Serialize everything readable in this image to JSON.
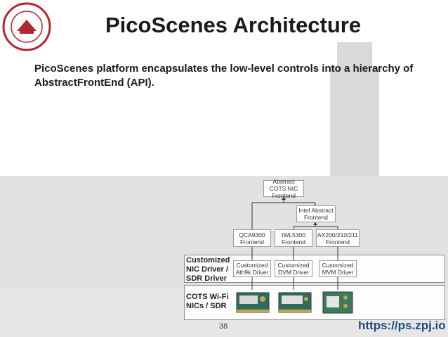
{
  "slide": {
    "title": "PicoScenes Architecture",
    "subtitle": "PicoScenes platform encapsulates the low-level controls into a hierarchy of AbstractFrontEnd (API).",
    "page_number": "38",
    "url": "https://ps.zpj.io"
  },
  "diagram": {
    "nodes": {
      "abstract": "Abstract COTS NIC Frontend",
      "intel": "Intel Abstract Frontend",
      "qca": "QCA9300 Frontend",
      "iwl": "IWL5300 Frontend",
      "ax": "AX200/210/211 Frontend",
      "ath9k": "Customized Ath9k Driver",
      "dvm": "Customized DVM Driver",
      "mvm": "Customized MVM Driver"
    },
    "layers": {
      "driver": "Customized NIC Driver / SDR Driver",
      "hardware": "COTS Wi-Fi NICs / SDR"
    }
  },
  "colors": {
    "title": "#1a1a1a",
    "url": "#1f4e79",
    "logo": "#b3262f"
  }
}
